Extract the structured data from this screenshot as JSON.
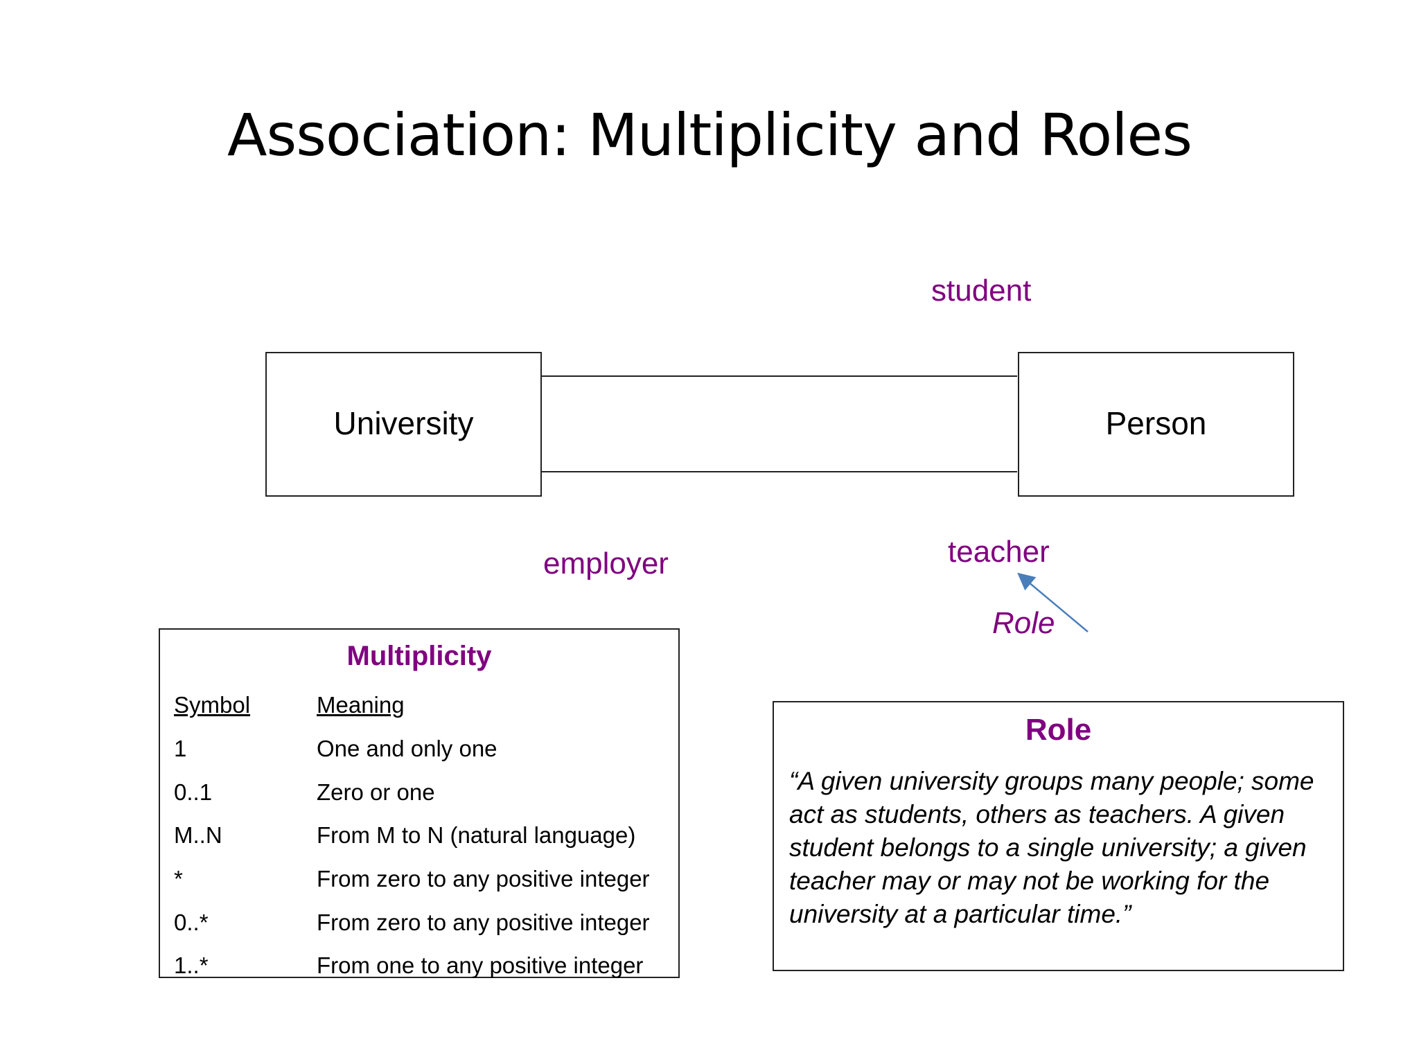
{
  "slide": {
    "title": "Association: Multiplicity and Roles"
  },
  "diagram": {
    "classes": {
      "left": "University",
      "right": "Person"
    },
    "roles": {
      "top": "student",
      "bottom_left": "employer",
      "bottom_right": "teacher"
    },
    "annotation": "Role",
    "colors": {
      "role_text": "#800080",
      "arrow": "#4a7ebb",
      "lines": "#222222"
    }
  },
  "multiplicity": {
    "heading": "Multiplicity",
    "header": {
      "symbol": "Symbol",
      "meaning": "Meaning"
    },
    "rows": [
      {
        "symbol": "1",
        "meaning": "One and only one"
      },
      {
        "symbol": "0..1",
        "meaning": "Zero or one"
      },
      {
        "symbol": "M..N",
        "meaning": "From M to N (natural language)"
      },
      {
        "symbol": "*",
        "meaning": "From zero to any positive integer"
      },
      {
        "symbol": "0..*",
        "meaning": "From zero to any positive integer"
      },
      {
        "symbol": "1..*",
        "meaning": "From one to any positive integer"
      }
    ]
  },
  "role_box": {
    "heading": "Role",
    "quote": "“A given university groups many people; some act as students, others as teachers. A given student belongs to a single university; a given teacher may or may not be working for the university at a particular time.”"
  }
}
